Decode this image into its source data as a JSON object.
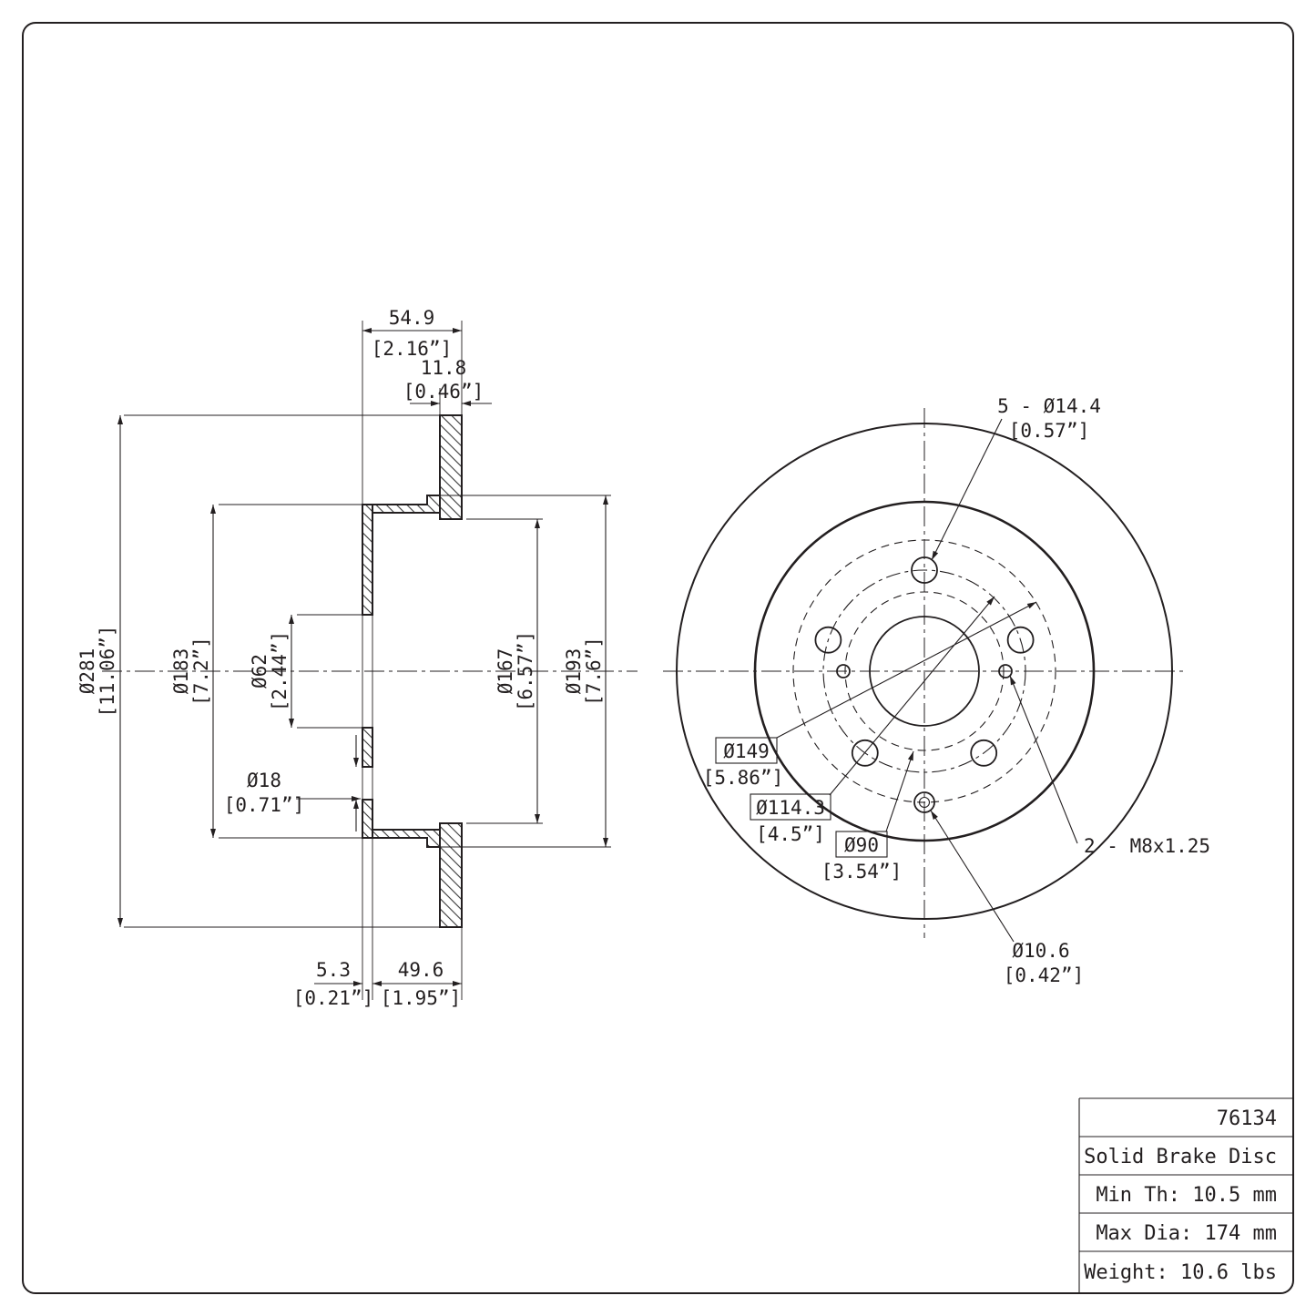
{
  "section_view": {
    "total_width": {
      "mm": "54.9",
      "in": "[2.16”]"
    },
    "disc_thickness": {
      "mm": "11.8",
      "in": "[0.46”]"
    },
    "outer_dia": {
      "mm": "Ø281",
      "in": "[11.06”]"
    },
    "flange_dia": {
      "mm": "Ø183",
      "in": "[7.2”]"
    },
    "bore_dia": {
      "mm": "Ø62",
      "in": "[2.44”]"
    },
    "bolt_hole_dia": {
      "mm": "Ø18",
      "in": "[0.71”]"
    },
    "friction_inner_dia": {
      "mm": "Ø167",
      "in": "[6.57”]"
    },
    "hat_outer_dia": {
      "mm": "Ø193",
      "in": "[7.6”]"
    },
    "flange_thickness": {
      "mm": "5.3",
      "in": "[0.21”]"
    },
    "hat_depth": {
      "mm": "49.6",
      "in": "[1.95”]"
    }
  },
  "front_view": {
    "bolt_holes": {
      "mm": "5 - Ø14.4",
      "in": "[0.57”]"
    },
    "dia_149": {
      "mm": "Ø149",
      "in": "[5.86”]"
    },
    "dia_114_3": {
      "mm": "Ø114.3",
      "in": "[4.5”]"
    },
    "dia_90": {
      "mm": "Ø90",
      "in": "[3.54”]"
    },
    "dia_10_6": {
      "mm": "Ø10.6",
      "in": "[0.42”]"
    },
    "service_holes": "2 - M8x1.25"
  },
  "title_block": {
    "part_number": "76134",
    "description": "Solid Brake Disc",
    "min_thickness": "Min Th: 10.5 mm",
    "max_diameter": "Max Dia: 174 mm",
    "weight": "Weight: 10.6 lbs"
  },
  "colors": {
    "line": "#231f20",
    "background": "#ffffff"
  }
}
